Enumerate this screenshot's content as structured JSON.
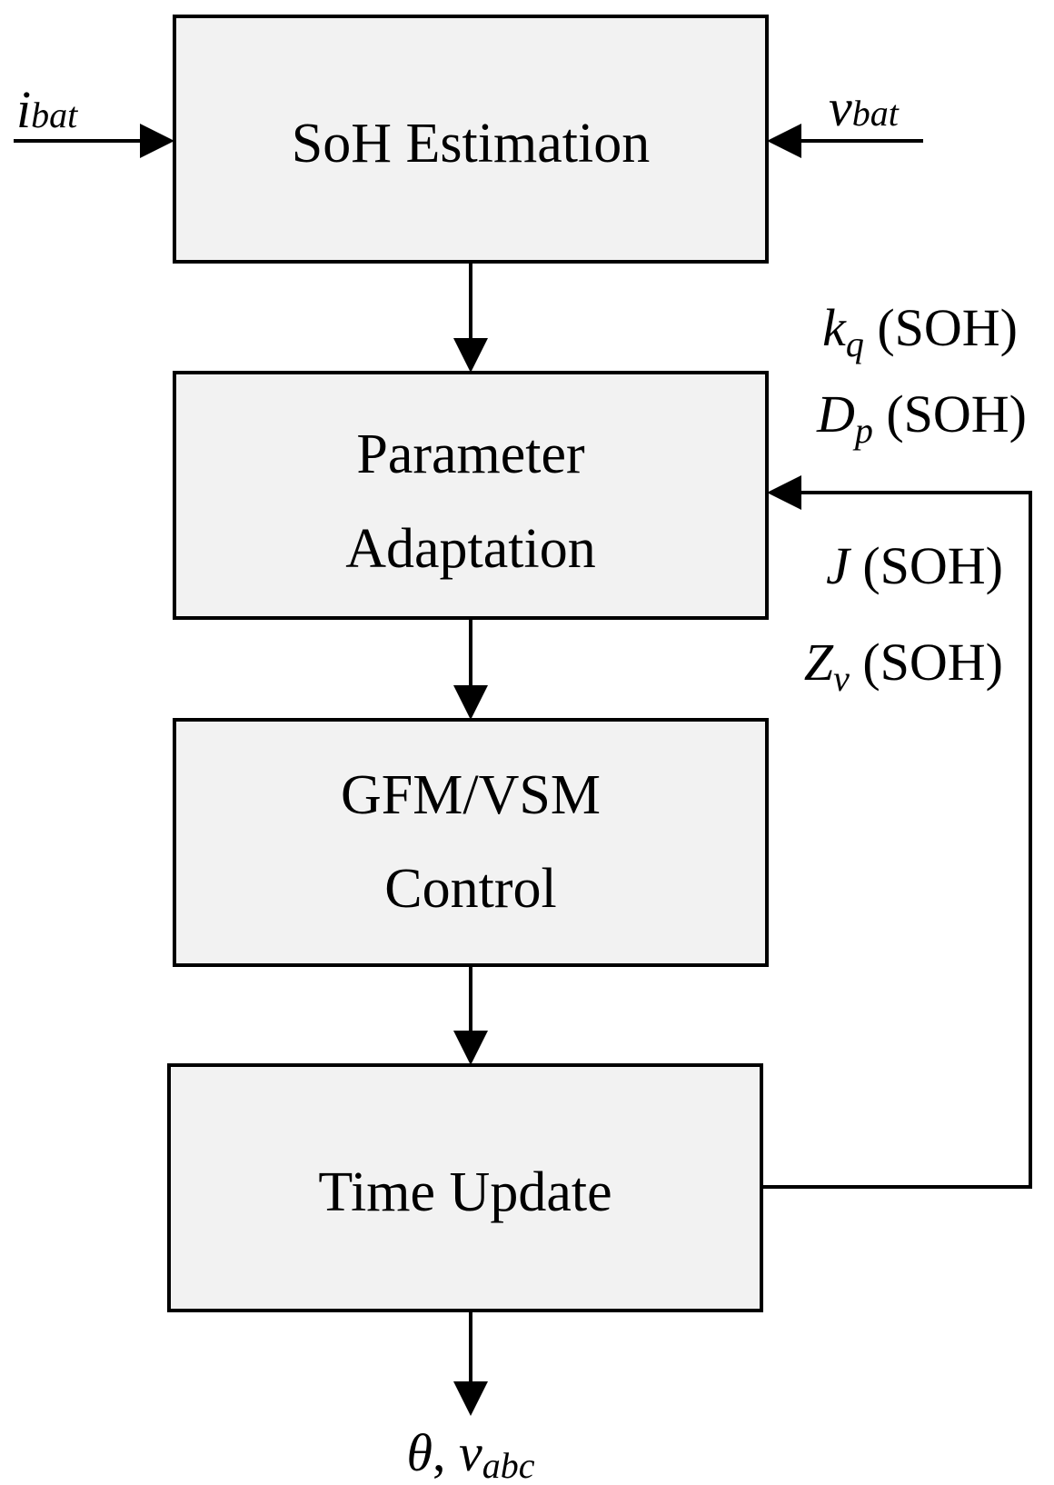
{
  "blocks": {
    "soh": {
      "label": "SoH Estimation"
    },
    "param": {
      "line1": "Parameter",
      "line2": "Adaptation"
    },
    "gfm": {
      "line1": "GFM/VSM",
      "line2": "Control"
    },
    "time": {
      "label": "Time Update"
    }
  },
  "signals": {
    "ibat": {
      "sym": "i",
      "sub": "bat"
    },
    "vbat": {
      "sym": "v",
      "sub": "bat"
    },
    "kq": {
      "sym": "k",
      "sub": "q",
      "arg": " (SOH)"
    },
    "dp": {
      "sym": "D",
      "sub": "p",
      "arg": " (SOH)"
    },
    "j": {
      "sym": "J",
      "arg": " (SOH)"
    },
    "zv": {
      "sym": "Z",
      "sub": "v",
      "arg": " (SOH)"
    },
    "output": {
      "theta": "θ",
      "sep": ", ",
      "sym": "v",
      "sub": "abc"
    }
  }
}
